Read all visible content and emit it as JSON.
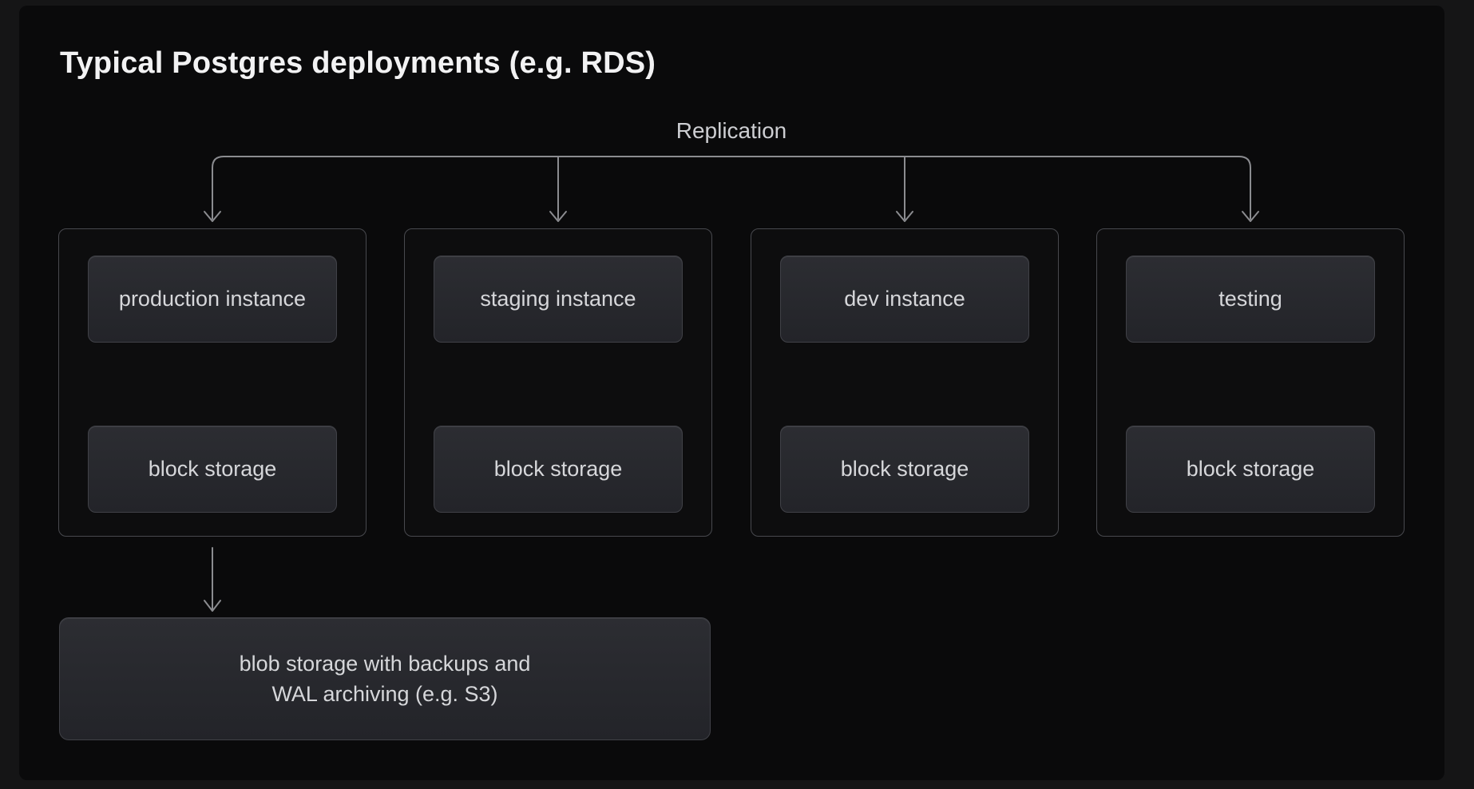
{
  "title": "Typical Postgres deployments (e.g. RDS)",
  "replication_label": "Replication",
  "columns": [
    {
      "name": "production",
      "instance": "production instance",
      "storage": "block storage"
    },
    {
      "name": "staging",
      "instance": "staging instance",
      "storage": "block storage"
    },
    {
      "name": "dev",
      "instance": "dev instance",
      "storage": "block storage"
    },
    {
      "name": "testing",
      "instance": "testing",
      "storage": "block storage"
    }
  ],
  "blob": {
    "line1": "blob storage with backups and",
    "line2": "WAL archiving (e.g. S3)"
  },
  "colors": {
    "page_background": "#151516",
    "card_background": "#0a0a0b",
    "outer_box_fill": "#0d0d0e",
    "outer_box_border": "#48494e",
    "inner_box_fill_top": "#2c2d32",
    "inner_box_fill_bottom": "#232429",
    "inner_box_border": "#404147",
    "connector_line": "#8b8c90",
    "label_text": "#d6d7da",
    "title_text": "#f2f2f3",
    "replication_text": "#cdced2"
  }
}
